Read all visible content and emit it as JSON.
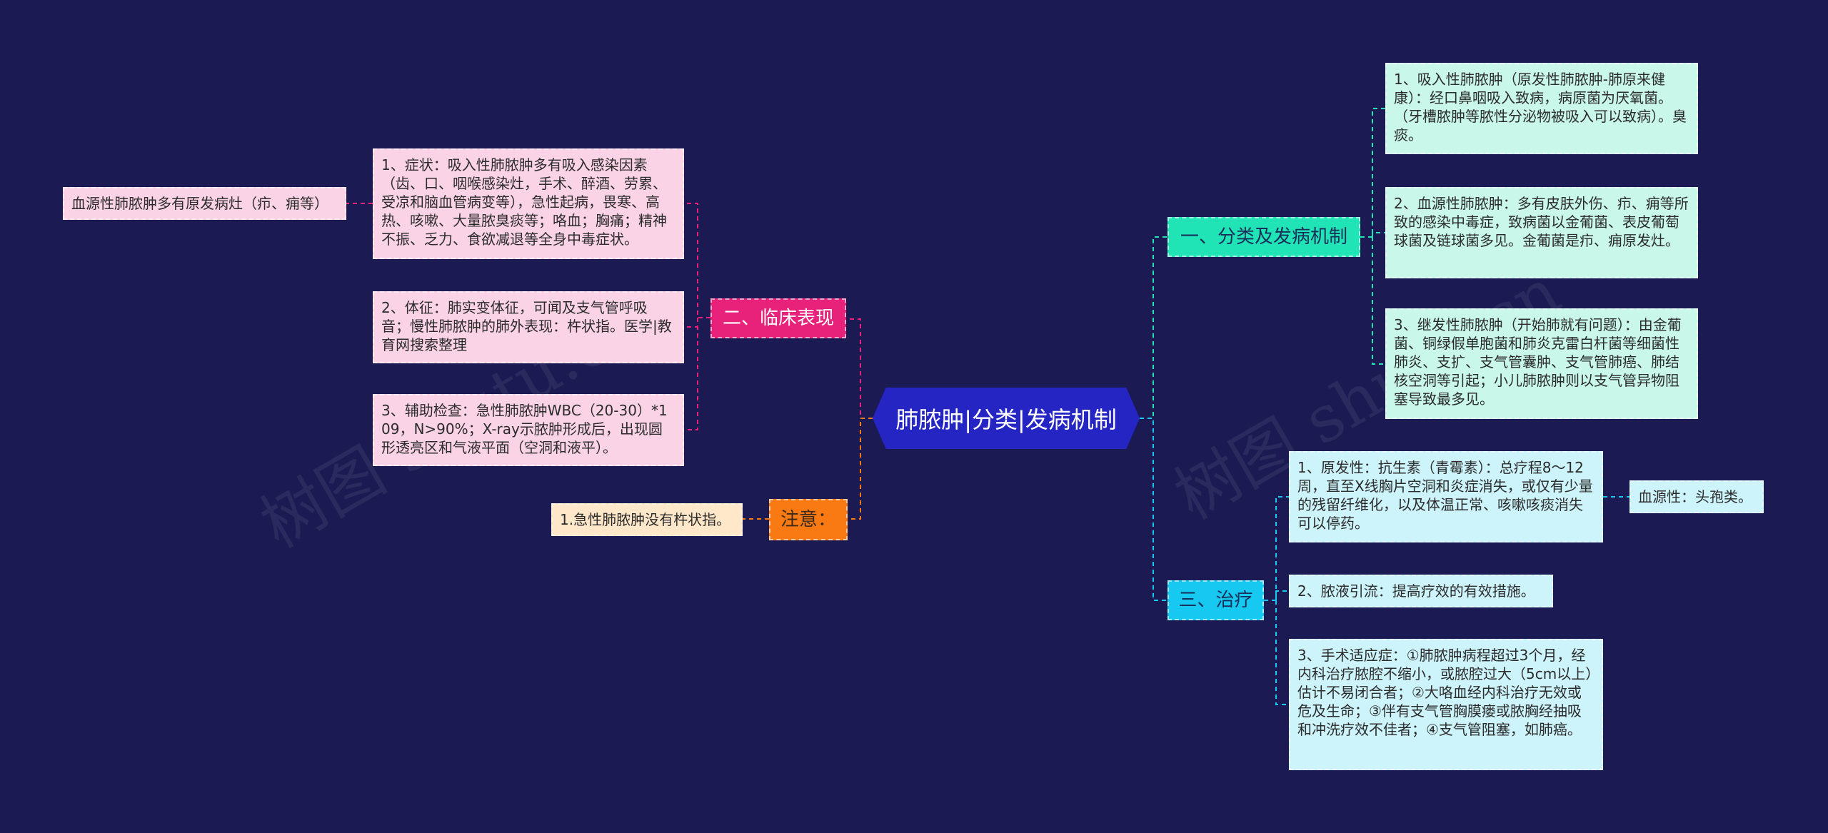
{
  "watermark": "树图 shutu.cn",
  "center": "肺脓肿|分类|发病机制",
  "left": {
    "clinical": {
      "label": "二、临床表现",
      "items": [
        "1、症状：吸入性肺脓肿多有吸入感染因素（齿、口、咽喉感染灶，手术、醉酒、劳累、受凉和脑血管病变等），急性起病，畏寒、高热、咳嗽、大量脓臭痰等；咯血；胸痛；精神不振、乏力、食欲减退等全身中毒症状。",
        "2、体征：肺实变体征，可闻及支气管呼吸音；慢性肺脓肿的肺外表现：杵状指。医学|教育网搜索整理",
        "3、辅助检查：急性肺脓肿WBC（20-30）*109，N>90%；X-ray示脓肿形成后，出现圆形透亮区和气液平面（空洞和液平）。"
      ],
      "sub": "血源性肺脓肿多有原发病灶（疖、痈等）"
    },
    "note": {
      "label": "注意：",
      "items": [
        "1.急性肺脓肿没有杵状指。"
      ]
    }
  },
  "right": {
    "classification": {
      "label": "一、分类及发病机制",
      "items": [
        "1、吸入性肺脓肿（原发性肺脓肿-肺原来健康）：经口鼻咽吸入致病，病原菌为厌氧菌。（牙槽脓肿等脓性分泌物被吸入可以致病）。臭痰。",
        "2、血源性肺脓肿：多有皮肤外伤、疖、痈等所致的感染中毒症，致病菌以金葡菌、表皮葡萄球菌及链球菌多见。金葡菌是疖、痈原发灶。",
        "3、继发性肺脓肿（开始肺就有问题）：由金葡菌、铜绿假单胞菌和肺炎克雷白杆菌等细菌性肺炎、支扩、支气管囊肿、支气管肺癌、肺结核空洞等引起；小儿肺脓肿则以支气管异物阻塞导致最多见。"
      ]
    },
    "treatment": {
      "label": "三、治疗",
      "items": [
        "1、原发性：抗生素（青霉素）：总疗程8～12周，直至X线胸片空洞和炎症消失，或仅有少量的残留纤维化，以及体温正常、咳嗽咳痰消失可以停药。",
        "2、脓液引流：提高疗效的有效措施。",
        "3、手术适应症：①肺脓肿病程超过3个月，经内科治疗脓腔不缩小，或脓腔过大（5cm以上）估计不易闭合者；②大咯血经内科治疗无效或危及生命；③伴有支气管胸膜瘘或脓胸经抽吸和冲洗疗效不佳者；④支气管阻塞，如肺癌。"
      ],
      "sub": "血源性：头孢类。"
    }
  }
}
